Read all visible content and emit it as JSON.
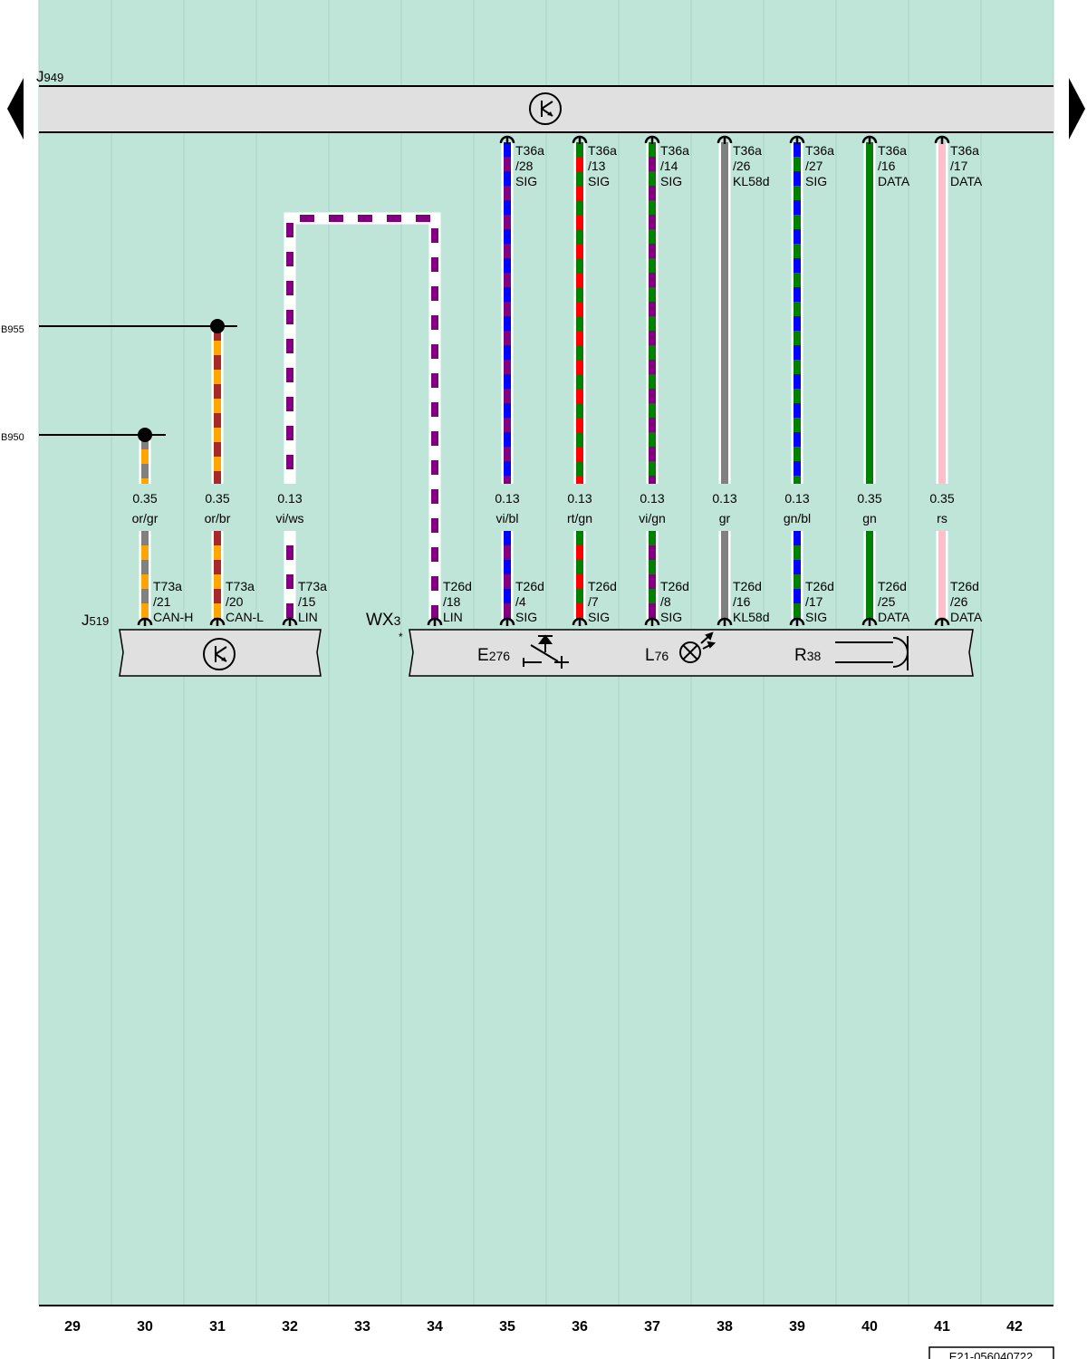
{
  "components": {
    "top": {
      "label": "J",
      "sub": "949"
    },
    "left": {
      "label": "J",
      "sub": "519"
    },
    "right": {
      "label": "WX",
      "sub": "3",
      "asterisk": "*"
    },
    "parts": [
      {
        "label": "E",
        "sub": "276"
      },
      {
        "label": "L",
        "sub": "76"
      },
      {
        "label": "R",
        "sub": "38"
      }
    ]
  },
  "references": [
    "B955",
    "B950"
  ],
  "wires": [
    {
      "col": 30,
      "size": "0.35",
      "color": "or/gr",
      "colors": [
        "#ffa500",
        "#808080"
      ],
      "top_pin": null,
      "bottom_pin": [
        "T73a",
        "/21",
        "CAN-H"
      ],
      "top_ref": "B950"
    },
    {
      "col": 31,
      "size": "0.35",
      "color": "or/br",
      "colors": [
        "#ffa500",
        "#a52a2a"
      ],
      "top_pin": null,
      "bottom_pin": [
        "T73a",
        "/20",
        "CAN-L"
      ],
      "top_ref": "B955"
    },
    {
      "col": 32,
      "size": "0.13",
      "color": "vi/ws",
      "colors": [
        "#800080",
        "#ffffff"
      ],
      "top_pin": null,
      "bottom_pin": [
        "T73a",
        "/15",
        "LIN"
      ],
      "loop_to_col": 34
    },
    {
      "col": 34,
      "size": "",
      "color": "",
      "colors": [
        "#800080",
        "#ffffff"
      ],
      "top_pin": null,
      "bottom_pin": [
        "T26d",
        "/18",
        "LIN"
      ]
    },
    {
      "col": 35,
      "size": "0.13",
      "color": "vi/bl",
      "colors": [
        "#800080",
        "#0000ff"
      ],
      "top_pin": [
        "T36a",
        "/28",
        "SIG"
      ],
      "bottom_pin": [
        "T26d",
        "/4",
        "SIG"
      ]
    },
    {
      "col": 36,
      "size": "0.13",
      "color": "rt/gn",
      "colors": [
        "#ff0000",
        "#008000"
      ],
      "top_pin": [
        "T36a",
        "/13",
        "SIG"
      ],
      "bottom_pin": [
        "T26d",
        "/7",
        "SIG"
      ]
    },
    {
      "col": 37,
      "size": "0.13",
      "color": "vi/gn",
      "colors": [
        "#800080",
        "#008000"
      ],
      "top_pin": [
        "T36a",
        "/14",
        "SIG"
      ],
      "bottom_pin": [
        "T26d",
        "/8",
        "SIG"
      ]
    },
    {
      "col": 38,
      "size": "0.13",
      "color": "gr",
      "colors": [
        "#808080"
      ],
      "top_pin": [
        "T36a",
        "/26",
        "KL58d"
      ],
      "bottom_pin": [
        "T26d",
        "/16",
        "KL58d"
      ]
    },
    {
      "col": 39,
      "size": "0.13",
      "color": "gn/bl",
      "colors": [
        "#008000",
        "#0000ff"
      ],
      "top_pin": [
        "T36a",
        "/27",
        "SIG"
      ],
      "bottom_pin": [
        "T26d",
        "/17",
        "SIG"
      ]
    },
    {
      "col": 40,
      "size": "0.35",
      "color": "gn",
      "colors": [
        "#008000"
      ],
      "top_pin": [
        "T36a",
        "/16",
        "DATA"
      ],
      "bottom_pin": [
        "T26d",
        "/25",
        "DATA"
      ]
    },
    {
      "col": 41,
      "size": "0.35",
      "color": "rs",
      "colors": [
        "#ffc0cb"
      ],
      "top_pin": [
        "T36a",
        "/17",
        "DATA"
      ],
      "bottom_pin": [
        "T26d",
        "/26",
        "DATA"
      ]
    }
  ],
  "columns": [
    "29",
    "30",
    "31",
    "32",
    "33",
    "34",
    "35",
    "36",
    "37",
    "38",
    "39",
    "40",
    "41",
    "42"
  ],
  "doc_code": "E21-056040722",
  "style_colors": {
    "background": "#bfe4d8",
    "component_fill": "#e0e0e0"
  }
}
